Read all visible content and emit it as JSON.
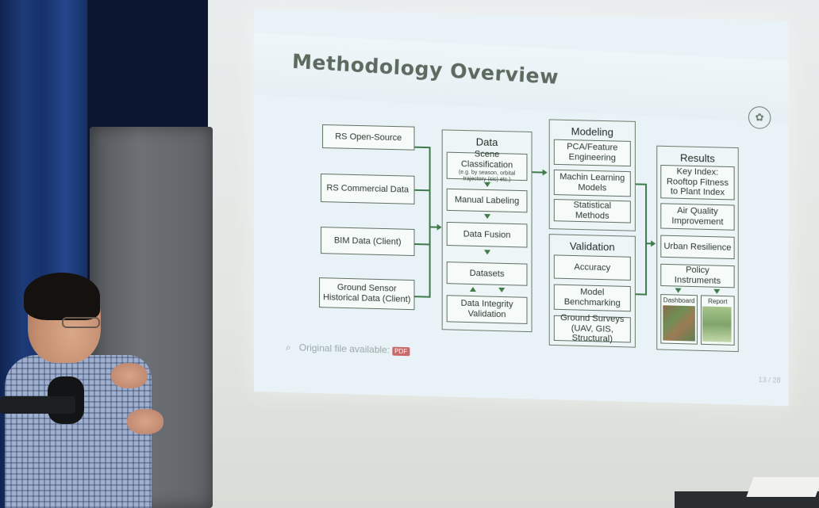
{
  "slide": {
    "title": "Methodology Overview",
    "footer_note": "Original file available:",
    "footer_badge": "PDF",
    "page_number": "13 / 28"
  },
  "inputs": [
    "RS Open-Source",
    "RS Commercial Data",
    "BIM Data (Client)",
    "Ground Sensor Historical Data (Client)"
  ],
  "data_group": {
    "title": "Data",
    "steps": [
      {
        "label": "Scene Classification",
        "sub": "(e.g. by season, orbital trajectory (sic) etc.)"
      },
      {
        "label": "Manual Labeling"
      },
      {
        "label": "Data Fusion"
      },
      {
        "label": "Datasets"
      },
      {
        "label": "Data Integrity Validation"
      }
    ]
  },
  "modeling_group": {
    "title": "Modeling",
    "steps": [
      "PCA/Feature Engineering",
      "Machin Learning Models",
      "Statistical Methods"
    ]
  },
  "validation_group": {
    "title": "Validation",
    "steps": [
      "Accuracy",
      "Model Benchmarking",
      "Ground Surveys (UAV, GIS, Structural)"
    ]
  },
  "results_group": {
    "title": "Results",
    "steps": [
      "Key Index: Rooftop Fitness to Plant Index",
      "Air Quality Improvement",
      "Urban Resilience",
      "Policy Instruments"
    ],
    "outputs": [
      "Dashboard",
      "Report"
    ]
  }
}
